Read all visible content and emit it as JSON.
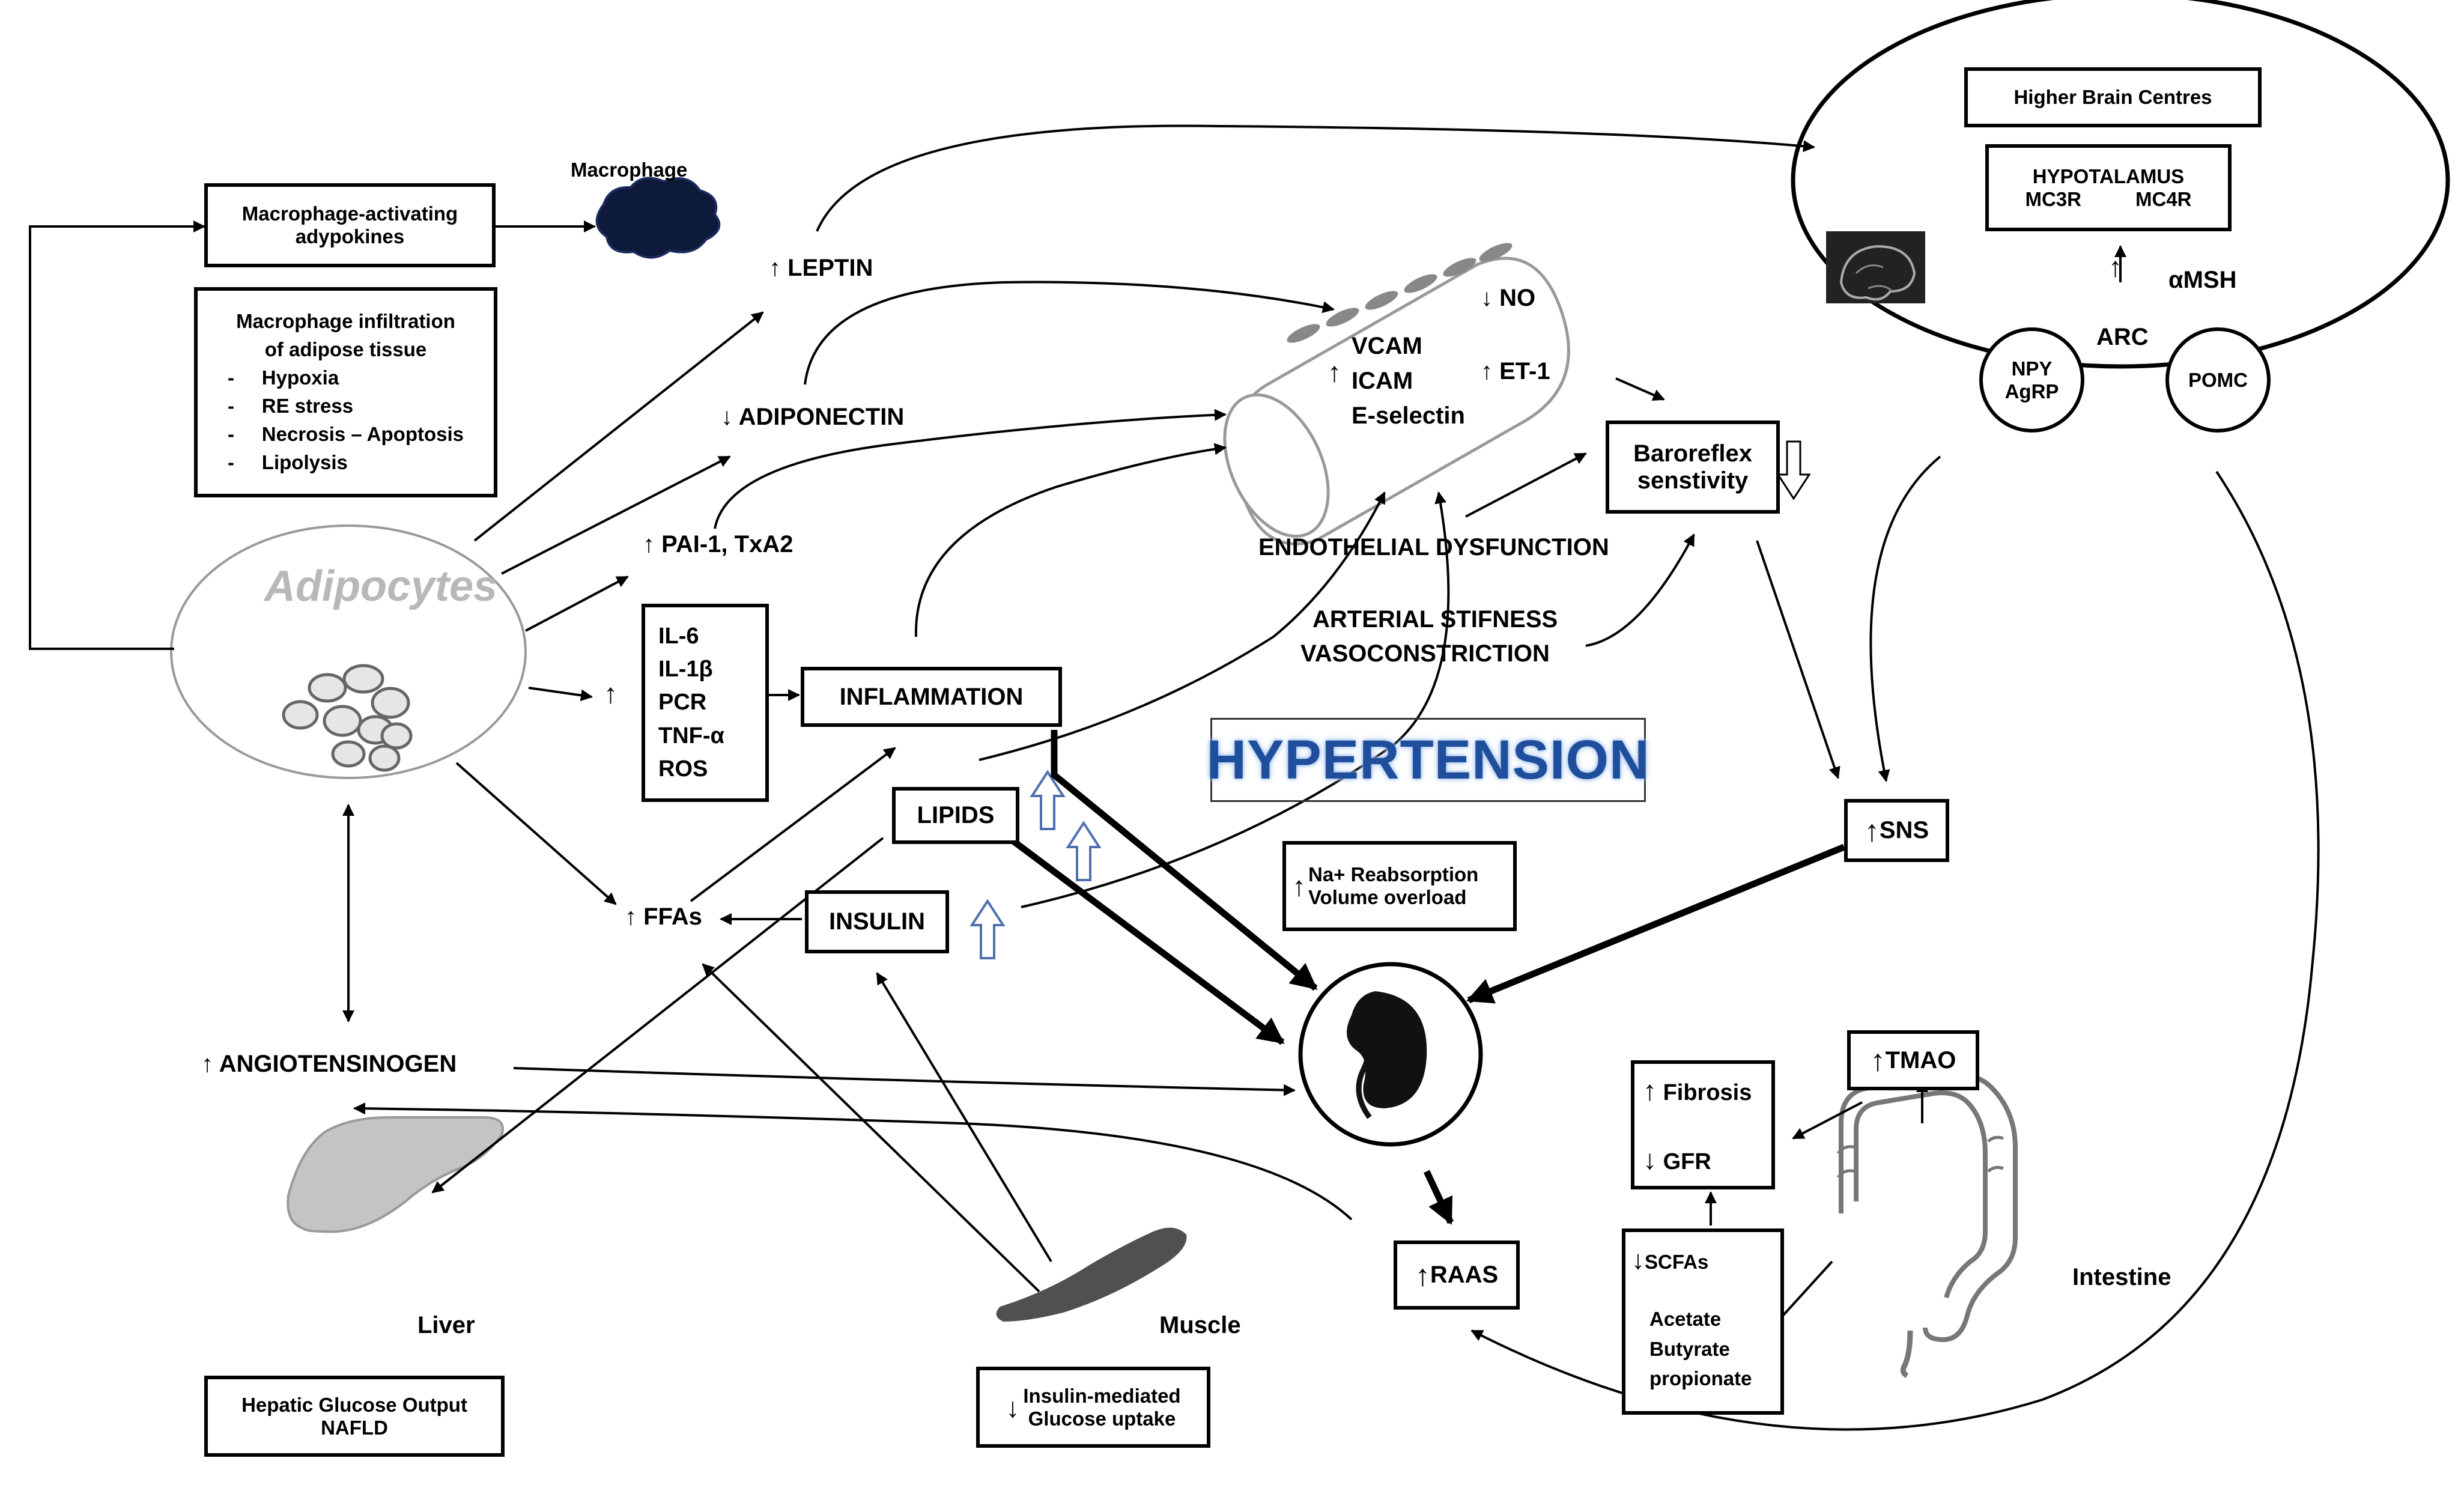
{
  "labels": {
    "macrophage": "Macrophage",
    "leptin": "LEPTIN",
    "adiponectin": "ADIPONECTIN",
    "pai": "PAI-1, TxA2",
    "ffas": "FFAs",
    "angiotensinogen": "ANGIOTENSINOGEN",
    "adipocytes": "Adipocytes",
    "liver": "Liver",
    "muscle": "Muscle",
    "intestine": "Intestine",
    "no": "NO",
    "vcam": "VCAM",
    "icam": "ICAM",
    "eselectin": "E-selectin",
    "et1": "ET-1",
    "endothelial": "ENDOTHELIAL DYSFUNCTION",
    "arterial1": "ARTERIAL STIFNESS",
    "arterial2": "VASOCONSTRICTION",
    "hypertension": "HYPERTENSION",
    "amsh": "αMSH",
    "arc": "ARC",
    "up": "↑",
    "down": "↓"
  },
  "boxes": {
    "macro_activating": [
      "Macrophage-activating",
      "adypokines"
    ],
    "macro_infiltration_title": [
      "Macrophage infiltration",
      "of adipose tissue"
    ],
    "macro_infiltration_items": [
      "-     Hypoxia",
      "-     RE stress",
      "-     Necrosis – Apoptosis",
      "-     Lipolysis"
    ],
    "cytokines": [
      "IL-6",
      "IL-1β",
      "PCR",
      "TNF-α",
      "ROS"
    ],
    "inflammation": "INFLAMMATION",
    "lipids": "LIPIDS",
    "insulin": "INSULIN",
    "baroreflex": [
      "Baroreflex",
      "senstivity"
    ],
    "sns": "SNS",
    "na_reabsorption": [
      "Na+ Reabsorption",
      "Volume overload"
    ],
    "raas": "RAAS",
    "tmao": "TMAO",
    "fibrosis": "Fibrosis",
    "gfr": "GFR",
    "scfas": "SCFAs",
    "scfa_items": [
      "Acetate",
      "Butyrate",
      "propionate"
    ],
    "hepatic": [
      "Hepatic Glucose Output",
      "NAFLD"
    ],
    "insulin_mediated": [
      "Insulin-mediated",
      "Glucose uptake"
    ],
    "higher_brain": "Higher Brain Centres",
    "hypotalamus": "HYPOTALAMUS",
    "mc3r": "MC3R",
    "mc4r": "MC4R",
    "npy": "NPY",
    "agrp": "AgRP",
    "pomc": "POMC"
  },
  "colors": {
    "hypertension_text": "#1f4e9c",
    "outline_arrow": "#4f6fae",
    "liver_fill": "#c4c4c4",
    "muscle_fill": "#505050",
    "macrophage_fill": "#0d1a3a"
  }
}
